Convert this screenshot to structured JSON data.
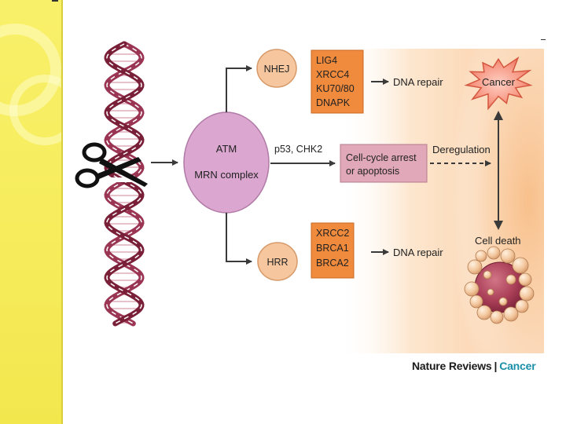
{
  "sensor": {
    "line1": "ATM",
    "line2": "MRN complex"
  },
  "pathways": {
    "nhej": {
      "label": "NHEJ",
      "proteins": [
        "LIG4",
        "XRCC4",
        "KU70/80",
        "DNAPK"
      ],
      "outcome": "DNA repair"
    },
    "hrr": {
      "label": "HRR",
      "proteins": [
        "XRCC2",
        "BRCA1",
        "BRCA2"
      ],
      "outcome": "DNA repair"
    },
    "checkpoint": {
      "mediators": "p53, CHK2",
      "outcome_lines": [
        "Cell-cycle arrest",
        "or apoptosis"
      ]
    }
  },
  "fates": {
    "deregulation": "Deregulation",
    "cancer": "Cancer",
    "cell_death": "Cell death"
  },
  "credit": {
    "journal": "Nature Reviews",
    "separator": "|",
    "section": "Cancer"
  },
  "icons": {
    "cutter": "scissors-icon",
    "dna": "dna-double-helix-icon",
    "tumour": "starburst-icon",
    "dying_cell": "apoptotic-cell-icon"
  },
  "colors": {
    "sidebar": "#f6ec5c",
    "sensor_fill": "#dba6cf",
    "pathway_fill": "#f6c79f",
    "protein_box": "#f08a3c",
    "arrest_box": "#e0a8b8",
    "helix": "#8e2a45",
    "glow": "#fbd4ac",
    "section_text": "#1a8fa8"
  }
}
